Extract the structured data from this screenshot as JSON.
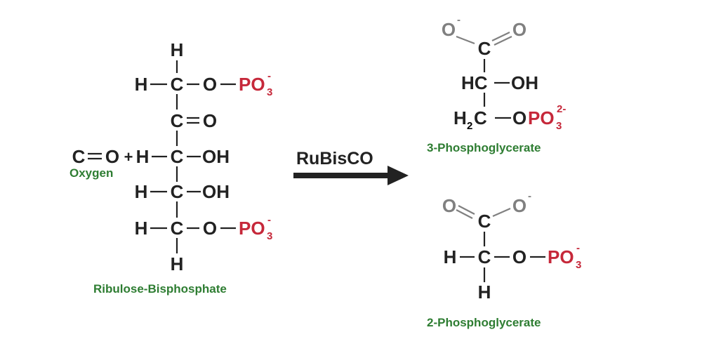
{
  "atoms": {
    "H": "H",
    "C": "C",
    "O": "O",
    "OH": "OH",
    "HC": "HC",
    "H2C_H": "H",
    "H2C_2": "2",
    "H2C_C": "C",
    "PO3": "PO",
    "sub3": "3",
    "minus": "-",
    "dianion": "2-",
    "plus": "+"
  },
  "labels": {
    "oxygen": "Oxygen",
    "ribulose": "Ribulose-Bisphosphate",
    "enzyme": "RuBisCO",
    "product1": "3-Phosphoglycerate",
    "product2": "2-Phosphoglycerate"
  },
  "colors": {
    "atom": "#222222",
    "charged_oxygen": "#808080",
    "phosphate": "#c6283a",
    "caption": "#2e7d32",
    "arrow": "#222222"
  }
}
